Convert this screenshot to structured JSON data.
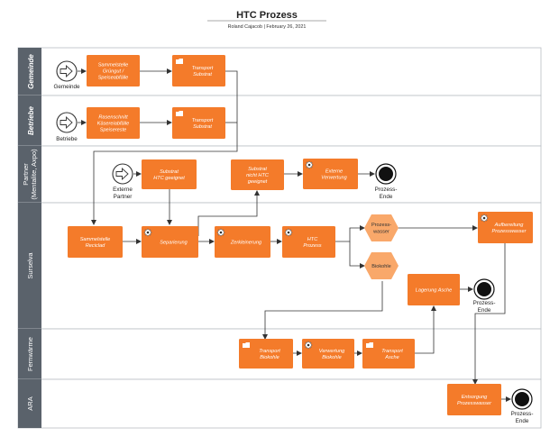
{
  "header": {
    "title": "HTC Prozess",
    "subtitle": "Roland Cajacob  |  February 26, 2021"
  },
  "lanes": {
    "gemeinde": "Gemeinde",
    "betriebe": "Betriebe",
    "partner_line1": "Partner",
    "partner_line2": "(Mentalite, Axpo)",
    "surselva": "Surselva",
    "fernwaerme": "Fernwärme",
    "ara": "ARA"
  },
  "events": {
    "start_gemeinde": "Gemeinde",
    "start_betriebe": "Betriebe",
    "start_partner_line1": "Externe",
    "start_partner_line2": "Partner",
    "end_partner_line1": "Prozess-",
    "end_partner_line2": "Ende",
    "end_asche_line1": "Prozess-",
    "end_asche_line2": "Ende",
    "end_ara_line1": "Prozess-",
    "end_ara_line2": "Ende"
  },
  "tasks": {
    "sammelstelle_gemeinde": [
      "Sammelstelle",
      "Grüngut /",
      "Speiseabfälle"
    ],
    "transport_gemeinde": [
      "Transport",
      "Substrat"
    ],
    "rasen": [
      "Rasenschnitt",
      "Käsereiabfälle",
      "Speisereste"
    ],
    "transport_betriebe": [
      "Transport",
      "Substrat"
    ],
    "substrat_geeignet": [
      "Substrat",
      "HTC geeignet"
    ],
    "substrat_nicht": [
      "Substrat",
      "nicht HTC",
      "geeignet"
    ],
    "externe_verwertung": [
      "Externe",
      "Verwertung"
    ],
    "sammelstelle_reciclad": [
      "Sammelstelle",
      "Reciclad"
    ],
    "separierung": [
      "Separierung"
    ],
    "zerkleinerung": [
      "Zerkleinerung"
    ],
    "htc_prozess": [
      "HTC",
      "Prozess"
    ],
    "aufbereitung": [
      "Aufbereitung",
      "Prozesswasser"
    ],
    "lagerung_asche": [
      "Lagerung Asche"
    ],
    "transport_biokohle": [
      "Transport",
      "Biokohle"
    ],
    "verwertung_biokohle": [
      "Verwertung",
      "Biokohle"
    ],
    "transport_asche": [
      "Transport",
      "Asche"
    ],
    "entsorgung": [
      "Entsorgung",
      "Prozesswasser"
    ]
  },
  "gateways": {
    "prozesswasser": [
      "Prozess-",
      "wasser"
    ],
    "biokohle": [
      "Biokohle"
    ]
  },
  "icons": {
    "folder": "folder-icon",
    "gear": "gear-icon",
    "arrow": "arrow-right-icon"
  },
  "colors": {
    "task": "#f47b2a",
    "gateway": "#f9a86a",
    "lane_header": "#5a626b",
    "end_event": "#111111"
  }
}
